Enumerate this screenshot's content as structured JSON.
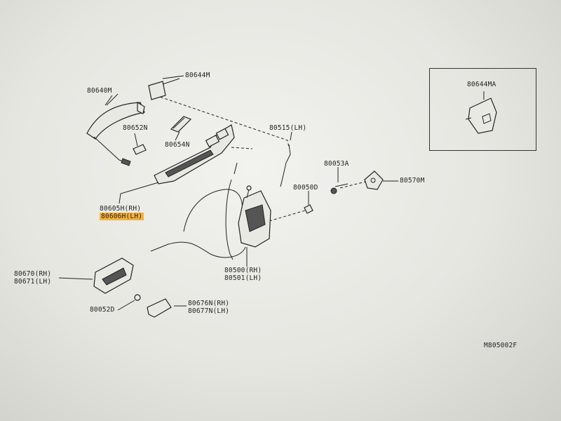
{
  "diagram": {
    "labels": {
      "p80644M": "80644M",
      "p80640M": "80640M",
      "p80652N": "80652N",
      "p80654N": "80654N",
      "p80515": "80515(LH)",
      "p80644MA": "80644MA",
      "p80053A": "80053A",
      "p80570M": "80570M",
      "p80050D": "80050D",
      "p80605H": "80605H(RH)",
      "p80606H": "80606H(LH)",
      "p80500H": "80500(RH)",
      "p80501H": "80501(LH)",
      "p80670": "80670(RH)",
      "p80671": "80671(LH)",
      "p80052D": "80052D",
      "p80676N": "80676N(RH)",
      "p80677N": "80677N(LH)",
      "diagram_id": "M805002F"
    },
    "highlight_color": "#f7b23f"
  }
}
